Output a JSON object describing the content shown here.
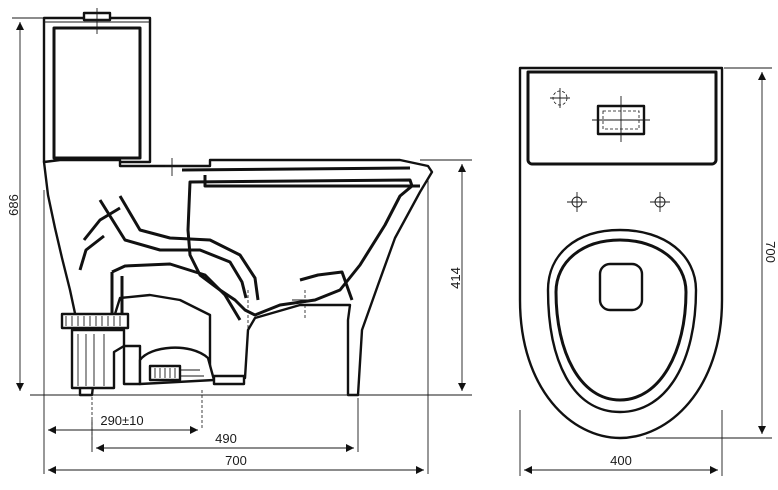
{
  "dimensions": {
    "side_height": "686",
    "bowl_height": "414",
    "outlet_distance": "290±10",
    "middle_length": "490",
    "total_length": "700",
    "top_depth": "700",
    "top_width": "400"
  },
  "icons": {
    "arrow": "arrow-head-icon",
    "crosshair": "crosshair-icon"
  }
}
